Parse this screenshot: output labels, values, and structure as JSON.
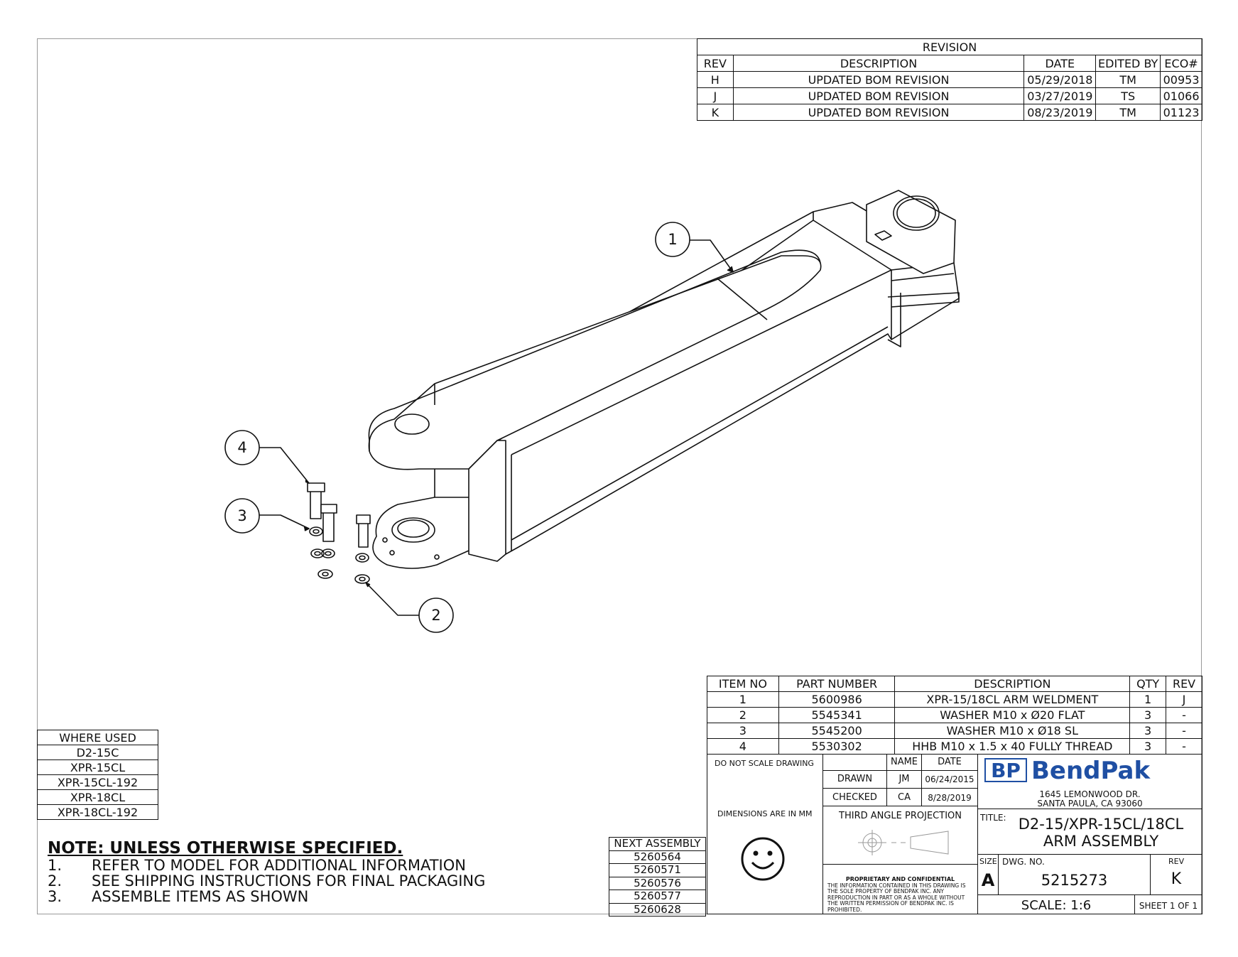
{
  "revision": {
    "title": "REVISION",
    "headers": [
      "REV",
      "DESCRIPTION",
      "DATE",
      "EDITED BY",
      "ECO#"
    ],
    "rows": [
      [
        "H",
        "UPDATED BOM REVISION",
        "05/29/2018",
        "TM",
        "00953"
      ],
      [
        "J",
        "UPDATED BOM REVISION",
        "03/27/2019",
        "TS",
        "01066"
      ],
      [
        "K",
        "UPDATED BOM REVISION",
        "08/23/2019",
        "TM",
        "01123"
      ]
    ]
  },
  "balloons": [
    "1",
    "2",
    "3",
    "4"
  ],
  "bom": {
    "headers": [
      "ITEM NO",
      "PART NUMBER",
      "DESCRIPTION",
      "QTY",
      "REV"
    ],
    "rows": [
      [
        "1",
        "5600986",
        "XPR-15/18CL ARM WELDMENT",
        "1",
        "J"
      ],
      [
        "2",
        "5545341",
        "WASHER M10 x Ø20 FLAT",
        "3",
        "-"
      ],
      [
        "3",
        "5545200",
        "WASHER M10 x Ø18 SL",
        "3",
        "-"
      ],
      [
        "4",
        "5530302",
        "HHB M10 x 1.5 x 40 FULLY THREAD",
        "3",
        "-"
      ]
    ]
  },
  "where_used": {
    "title": "WHERE USED",
    "items": [
      "D2-15C",
      "XPR-15CL",
      "XPR-15CL-192",
      "XPR-18CL",
      "XPR-18CL-192"
    ]
  },
  "next_assembly": {
    "title": "NEXT ASSEMBLY",
    "items": [
      "5260564",
      "5260571",
      "5260576",
      "5260577",
      "5260628"
    ]
  },
  "notes": {
    "title": "NOTE: UNLESS OTHERWISE SPECIFIED",
    "items": [
      {
        "num": "1.",
        "text": "REFER TO MODEL FOR ADDITIONAL INFORMATION"
      },
      {
        "num": "2.",
        "text": "SEE SHIPPING INSTRUCTIONS FOR FINAL PACKAGING"
      },
      {
        "num": "3.",
        "text": "ASSEMBLE ITEMS AS SHOWN"
      }
    ]
  },
  "title_block": {
    "do_not_scale": "DO NOT SCALE DRAWING",
    "name_label": "NAME",
    "date_label": "DATE",
    "drawn_label": "DRAWN",
    "drawn_name": "JM",
    "drawn_date": "06/24/2015",
    "checked_label": "CHECKED",
    "checked_name": "CA",
    "checked_date": "8/28/2019",
    "dimensions": "DIMENSIONS ARE IN MM",
    "projection": "THIRD ANGLE PROJECTION",
    "prop_title": "PROPRIETARY AND CONFIDENTIAL",
    "prop_lines": [
      "THE INFORMATION CONTAINED IN THIS DRAWING IS",
      "THE SOLE PROPERTY OF BENDPAK INC. ANY",
      "REPRODUCTION IN PART OR AS A WHOLE WITHOUT",
      "THE WRITTEN PERMISSION OF BENDPAK INC. IS",
      "PROHIBITED."
    ],
    "company": "BendPak",
    "logo_mark": "BP",
    "address1": "1645 LEMONWOOD DR.",
    "address2": "SANTA PAULA, CA 93060",
    "title_label": "TITLE:",
    "title1": "D2-15/XPR-15CL/18CL",
    "title2": "ARM ASSEMBLY",
    "size_label": "SIZE",
    "size": "A",
    "dwg_label": "DWG. NO.",
    "dwg_no": "5215273",
    "rev_label": "REV",
    "rev": "K",
    "scale": "SCALE: 1:6",
    "sheet": "SHEET 1 OF 1"
  }
}
